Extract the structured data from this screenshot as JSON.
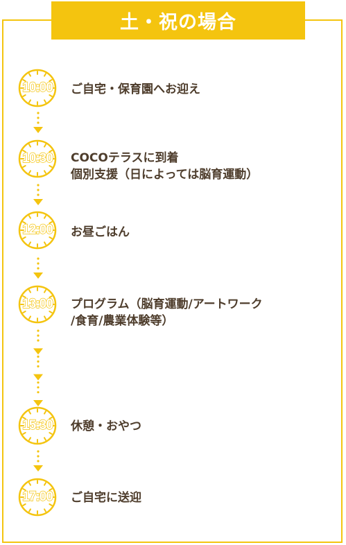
{
  "title": "土・祝の場合",
  "colors": {
    "accent": "#f4c40f",
    "text": "#4e3d2c",
    "background": "#ffffff"
  },
  "steps": [
    {
      "time": "10:00",
      "lines": [
        "ご自宅・保育園へお迎え"
      ]
    },
    {
      "time": "10:30",
      "lines": [
        "COCOテラスに到着",
        "個別支援（日によっては脳育運動）"
      ]
    },
    {
      "time": "12:00",
      "lines": [
        "お昼ごはん"
      ]
    },
    {
      "time": "13:00",
      "lines": [
        "プログラム（脳育運動/アートワーク",
        "/食育/農業体験等）"
      ]
    },
    {
      "time": "15:30",
      "lines": [
        "休憩・おやつ"
      ]
    },
    {
      "time": "17:00",
      "lines": [
        "ご自宅に送迎"
      ]
    }
  ]
}
